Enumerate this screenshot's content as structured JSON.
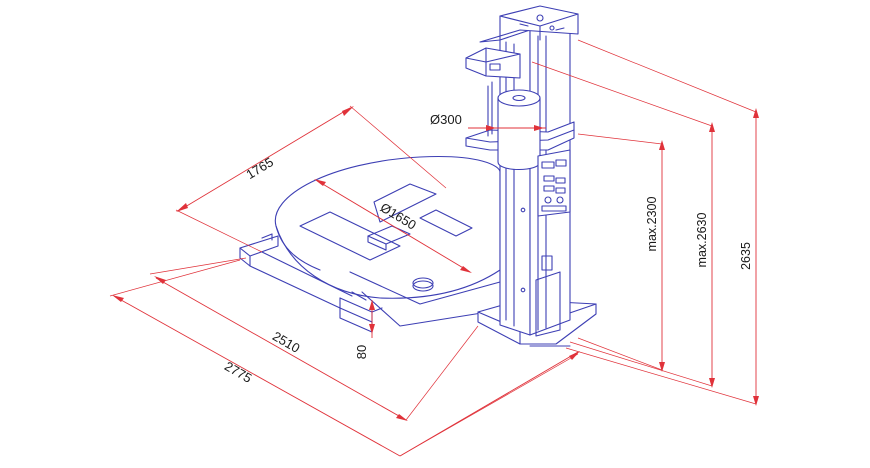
{
  "diagram": {
    "colors": {
      "machine_stroke": "#3d3fb4",
      "dimension_stroke": "#e0323a",
      "label_text": "#1a1a1a",
      "background": "#ffffff"
    },
    "dimensions": {
      "turntable_depth": "1765",
      "turntable_diameter": "Ø1650",
      "frame_length": "2510",
      "overall_length": "2775",
      "base_height": "80",
      "reel_diameter": "Ø300",
      "max_film_height": "max.2300",
      "max_carriage_height": "max.2630",
      "total_height": "2635"
    }
  }
}
